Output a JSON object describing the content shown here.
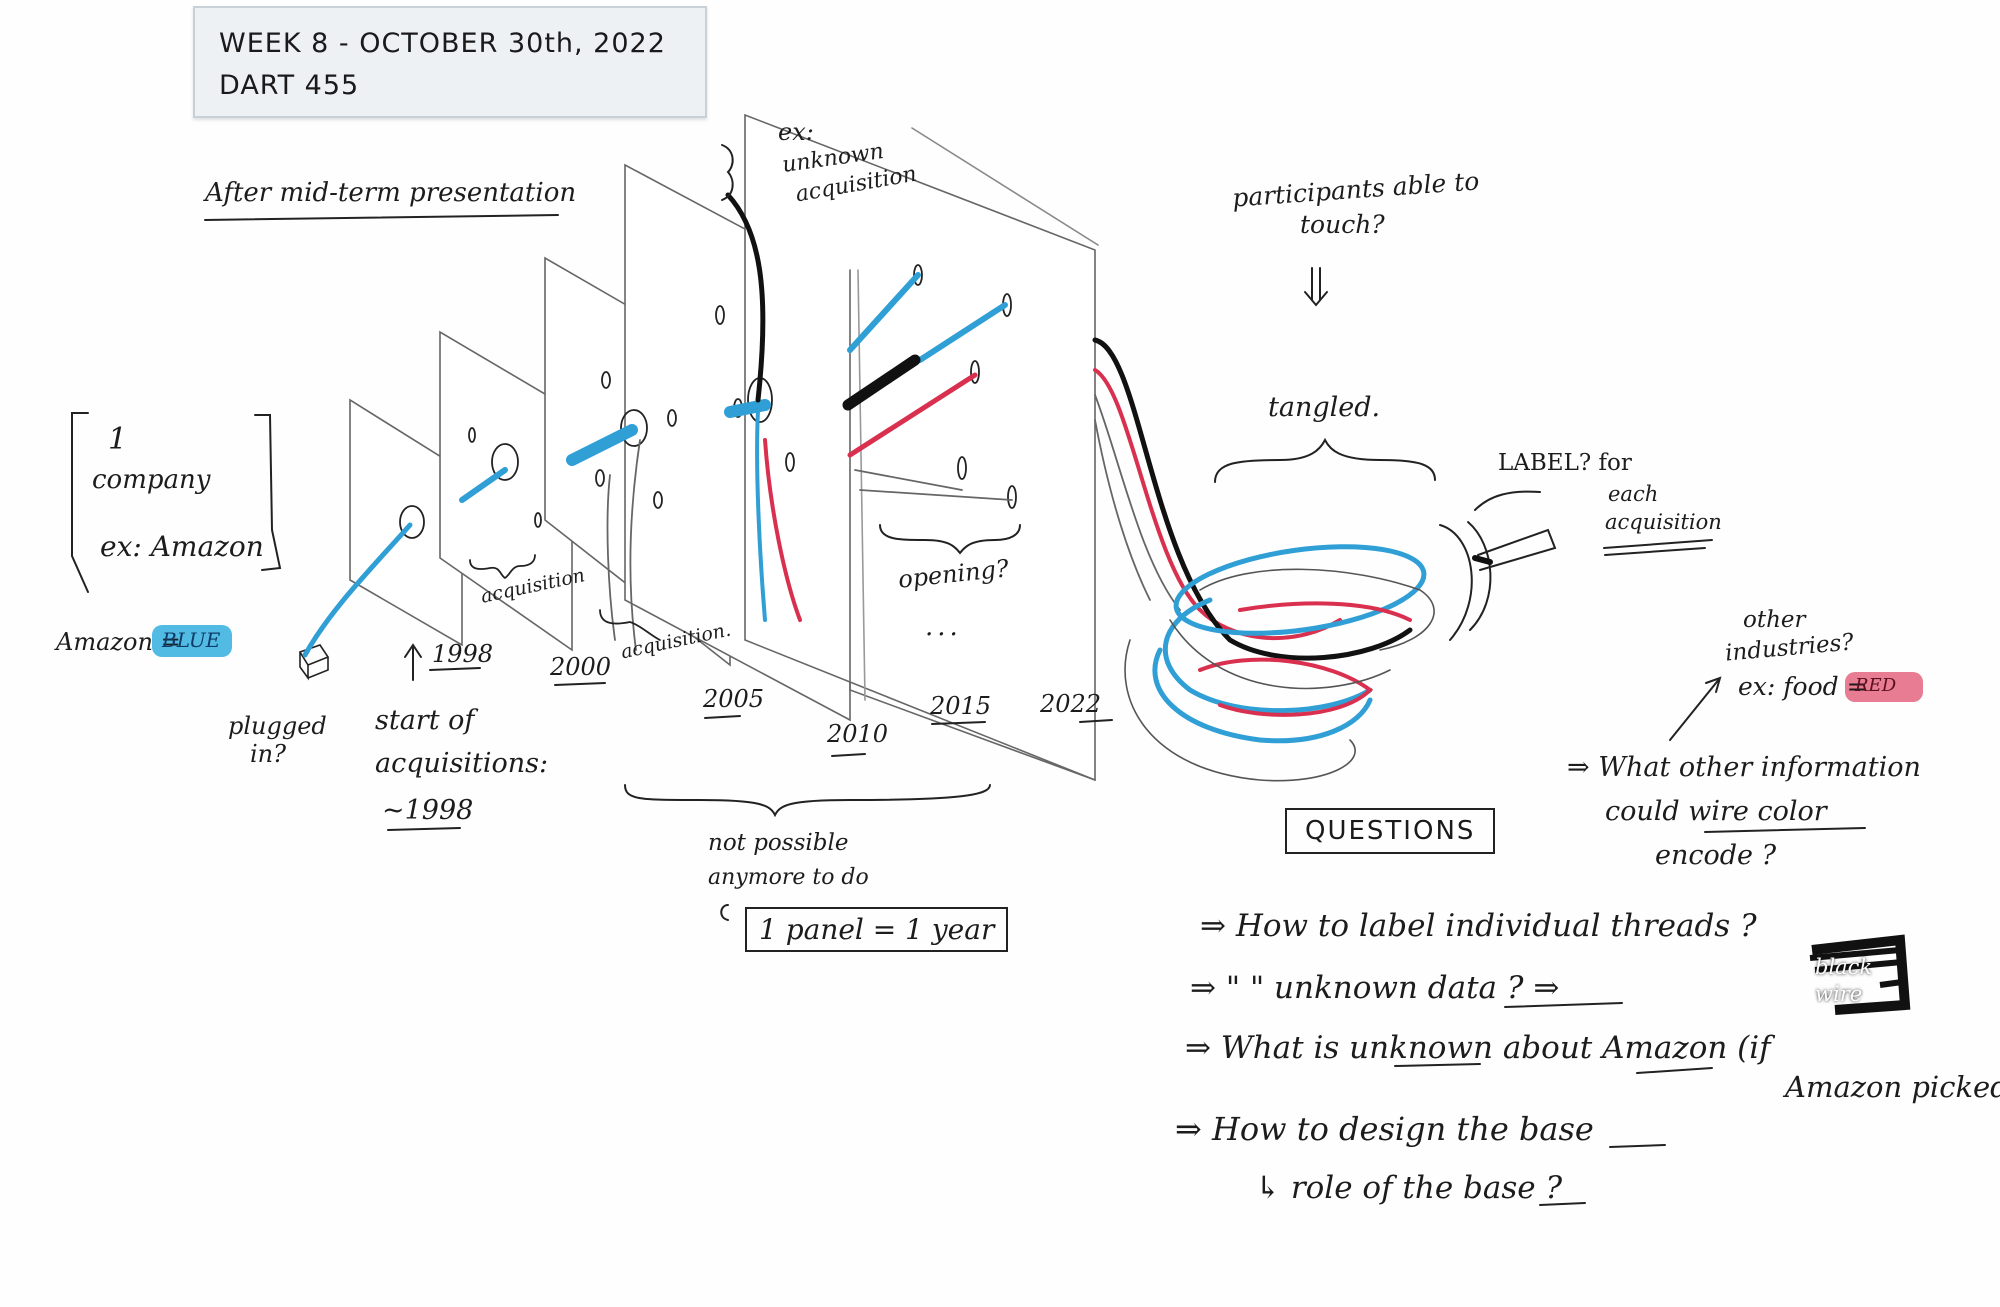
{
  "header": {
    "line1": "WEEK 8 - OCTOBER 30th, 2022",
    "line2": "DART 455"
  },
  "subtitle": "After mid-term presentation",
  "company_box": {
    "line1": "1",
    "line2": "company",
    "line3": "ex: Amazon"
  },
  "amazon_color": {
    "label": "Amazon =",
    "swatch": "BLUE",
    "color": "#3fb4e0"
  },
  "plugged_in": "plugged in?",
  "start_of_acquisitions": {
    "line1": "start of",
    "line2": "acquisitions:",
    "line3": "~1998"
  },
  "years": [
    "1998",
    "2000",
    "2005",
    "2010",
    "2015",
    "2022"
  ],
  "acquisition_labels": [
    "acquisition",
    "acquisition."
  ],
  "unknown_acquisition": {
    "line1": "ex:",
    "line2": "unknown",
    "line3": "acquisition"
  },
  "opening": "opening?",
  "ellipsis": "...",
  "not_possible": {
    "line1": "not possible",
    "line2": "anymore to do"
  },
  "panel_rule": "1 panel = 1 year",
  "participants": {
    "line1": "participants able to",
    "line2": "touch?"
  },
  "arrow_down": "⇓",
  "tangled": "tangled.",
  "label_note": {
    "line1": "LABEL? for",
    "line2": "each",
    "line3": "acquisition"
  },
  "other_industries": {
    "line1": "other",
    "line2": "industries?",
    "line3": "ex: food =",
    "swatch": "RED",
    "color": "#e0506e"
  },
  "wire_color": {
    "line1": "⇒ What other information",
    "line2": "could wire color",
    "line3": "encode ?"
  },
  "questions_title": "QUESTIONS",
  "questions": [
    "⇒ How to label individual threads ?",
    "⇒ \"              \" unknown data ? ⇒",
    "⇒ What   is  unknown  about  Amazon (if",
    "Amazon picked?)",
    "⇒ How to design the base",
    "↳ role of the base ?"
  ],
  "black_wire": {
    "line1": "black",
    "line2": "wire"
  },
  "colors": {
    "blue": "#2f9fd6",
    "red": "#d9304f",
    "black": "#111111",
    "pencil": "#555555"
  }
}
